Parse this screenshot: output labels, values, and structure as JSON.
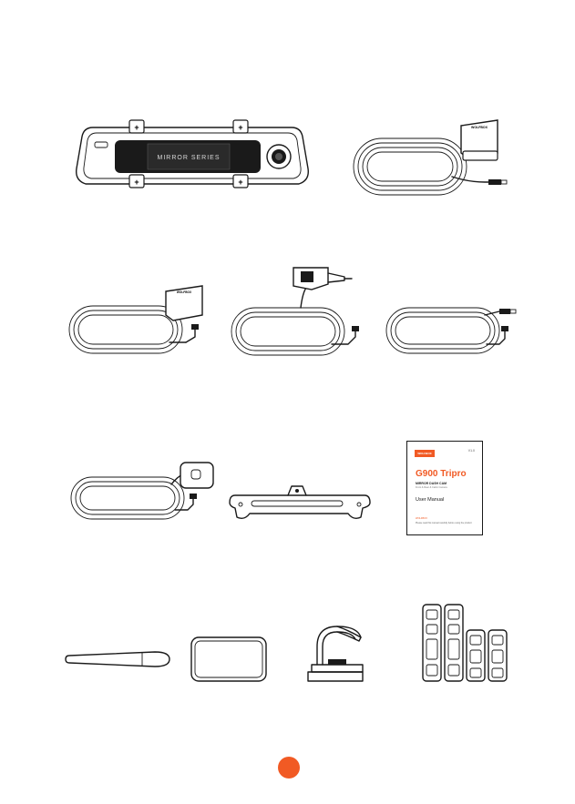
{
  "accent_color": "#f15a24",
  "stroke_color": "#1a1a1a",
  "mirror": {
    "screen_text": "MIRROR SERIES"
  },
  "camera_brand": "WOLFBOX",
  "manual": {
    "brand": "WOLFBOX",
    "version": "V1.0",
    "title": "G900 Tripro",
    "subtitle": "MIRROR DASH CAM",
    "subtitle2": "Front & Rear & Cabin Camera",
    "user_manual": "User Manual",
    "footer_line1": "WOLFBOX",
    "footer_line2": "Please read this manual carefully before using the product"
  }
}
